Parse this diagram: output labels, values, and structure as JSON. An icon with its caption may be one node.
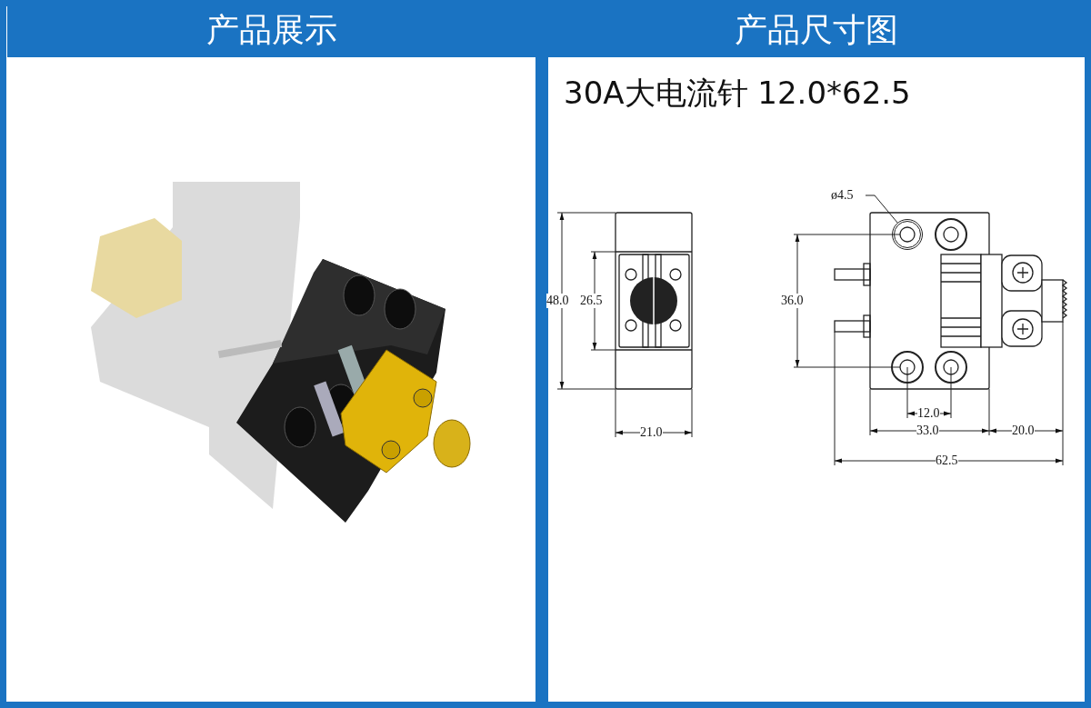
{
  "diagram": {
    "nodes": [
      {
        "text": [
          "ø4.5"
        ]
      },
      {
        "text": [],
        "shape": "circle"
      }
    ],
    "edges": [
      {
        "from": 0,
        "to": 1,
        "arrow": "none"
      }
    ],
    "labels": [
      "产品展示",
      "产品尺寸图",
      "30A大电流针 12.0*62.5",
      "48.0",
      "26.5",
      "36.0",
      "21.0",
      "12.0",
      "33.0",
      "20.0",
      "62.5"
    ]
  }
}
